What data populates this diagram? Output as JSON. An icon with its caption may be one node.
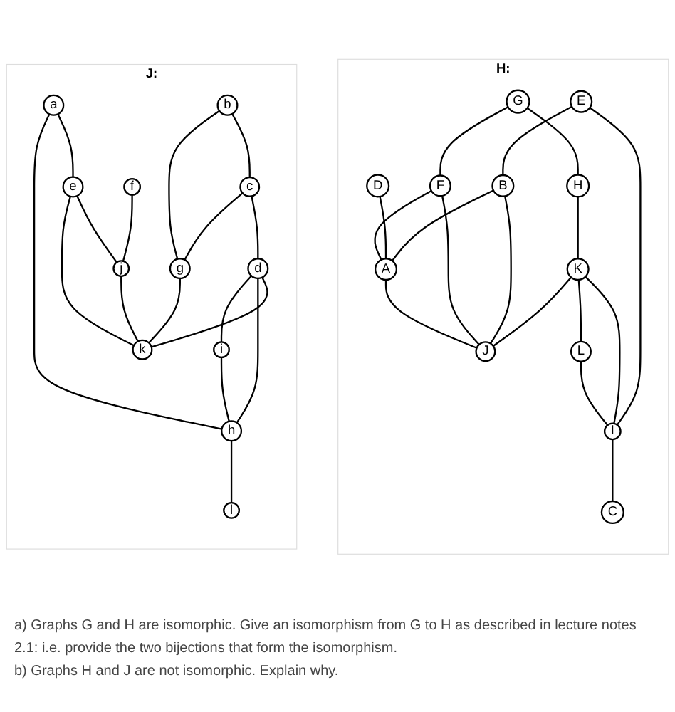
{
  "diagram": {
    "nodes": [
      {
        "text": [
          "H:"
        ]
      },
      {
        "text": [
          "K"
        ],
        "in": 0
      },
      {
        "text": [
          "G"
        ],
        "in": 0
      },
      {
        "text": [
          "E"
        ],
        "in": 0
      },
      {
        "text": [
          "H"
        ],
        "in": 0
      },
      {
        "text": [
          "D"
        ],
        "in": 0
      },
      {
        "text": [
          "L"
        ],
        "in": 0
      },
      {
        "text": [
          "B"
        ],
        "in": 0
      },
      {
        "text": [
          "F"
        ],
        "in": 0
      },
      {
        "text": [
          "I"
        ],
        "in": 0
      },
      {
        "text": [
          "A"
        ],
        "in": 0
      },
      {
        "text": [
          "C"
        ],
        "in": 0
      },
      {
        "text": [
          "J"
        ],
        "in": 0
      },
      {
        "text": [
          "J:"
        ]
      },
      {
        "text": [
          "d"
        ],
        "in": 13
      },
      {
        "text": [
          "b"
        ],
        "in": 13
      },
      {
        "text": [
          "a"
        ],
        "in": 13
      },
      {
        "text": [
          "c"
        ],
        "in": 13
      },
      {
        "text": [
          "f"
        ],
        "in": 13
      },
      {
        "text": [
          "i"
        ],
        "in": 13
      },
      {
        "text": [
          "e"
        ],
        "in": 13
      },
      {
        "text": [
          "g"
        ],
        "in": 13
      },
      {
        "text": [
          "h"
        ],
        "in": 13
      },
      {
        "text": [
          "j"
        ],
        "in": 13
      },
      {
        "text": [
          "l"
        ],
        "in": 13
      },
      {
        "text": [
          "k"
        ],
        "in": 13
      }
    ],
    "edges": [
      {
        "from": 3,
        "to": 7,
        "arrow": "none"
      },
      {
        "from": 3,
        "to": 9,
        "arrow": "none"
      },
      {
        "from": 2,
        "to": 4,
        "arrow": "none"
      },
      {
        "from": 4,
        "to": 1,
        "arrow": "none"
      },
      {
        "from": 2,
        "to": 8,
        "arrow": "none"
      },
      {
        "from": 1,
        "to": 12,
        "arrow": "none"
      },
      {
        "from": 1,
        "to": 9,
        "arrow": "none"
      },
      {
        "from": 1,
        "to": 6,
        "arrow": "none"
      },
      {
        "from": 6,
        "to": 9,
        "arrow": "none"
      },
      {
        "from": 9,
        "to": 11,
        "arrow": "none"
      },
      {
        "from": 7,
        "to": 10,
        "arrow": "none"
      },
      {
        "from": 7,
        "to": 12,
        "arrow": "none"
      },
      {
        "from": 5,
        "to": 10,
        "arrow": "none"
      },
      {
        "from": 8,
        "to": 10,
        "arrow": "none"
      },
      {
        "from": 8,
        "to": 12,
        "arrow": "none"
      },
      {
        "from": 10,
        "to": 12,
        "arrow": "none"
      },
      {
        "from": 16,
        "to": 20,
        "arrow": "none"
      },
      {
        "from": 16,
        "to": 22,
        "arrow": "none"
      },
      {
        "from": 15,
        "to": 17,
        "arrow": "none"
      },
      {
        "from": 17,
        "to": 14,
        "arrow": "none"
      },
      {
        "from": 15,
        "to": 21,
        "arrow": "none"
      },
      {
        "from": 17,
        "to": 21,
        "arrow": "none"
      },
      {
        "from": 14,
        "to": 25,
        "arrow": "none"
      },
      {
        "from": 14,
        "to": 22,
        "arrow": "none"
      },
      {
        "from": 14,
        "to": 19,
        "arrow": "none"
      },
      {
        "from": 19,
        "to": 22,
        "arrow": "none"
      },
      {
        "from": 22,
        "to": 24,
        "arrow": "none"
      },
      {
        "from": 20,
        "to": 23,
        "arrow": "none"
      },
      {
        "from": 20,
        "to": 25,
        "arrow": "none"
      },
      {
        "from": 18,
        "to": 23,
        "arrow": "none"
      },
      {
        "from": 21,
        "to": 25,
        "arrow": "none"
      },
      {
        "from": 23,
        "to": 25,
        "arrow": "none"
      }
    ],
    "labels": [
      "a) Graphs G and H are isomorphic. Give an isomorphism from G to H as described in lecture notes 2.1: i.e. provide the two bijections that form the isomorphism.",
      "b) Graphs H and J are not isomorphic. Explain why."
    ]
  }
}
